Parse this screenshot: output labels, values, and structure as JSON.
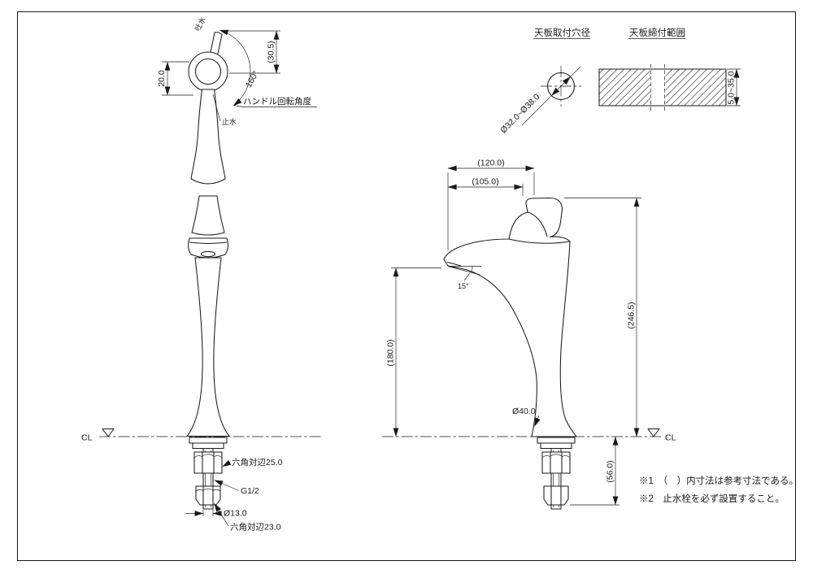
{
  "colors": {
    "line": "#1a1a1a",
    "background": "#ffffff"
  },
  "handle_detail": {
    "dim_height": "20.0",
    "dim_top_clearance": "(30.5)",
    "rotation_angle": "160°",
    "rotation_label": "ハンドル回転角度",
    "spout_label": "吐水",
    "stop_label": "止水"
  },
  "front_view": {
    "centerline_label": "CL",
    "hex_flats_upper": "六角対辺25.0",
    "thread_size": "G1/2",
    "shaft_diameter": "Ø13.0",
    "hex_flats_lower": "六角対辺23.0"
  },
  "hole_detail": {
    "title": "天板取付穴径",
    "hole_diameter_range": "Ø32.0~Ø38.0"
  },
  "clamp_detail": {
    "title": "天板締付範囲",
    "thickness_range": "5.0~35.0"
  },
  "side_view": {
    "reach_overall": "(120.0)",
    "reach_spout": "(105.0)",
    "height_overall": "(246.5)",
    "spout_height": "(180.0)",
    "spout_angle": "15°",
    "base_diameter": "Ø40.0",
    "below_deck_length": "(56.0)",
    "centerline_label": "CL"
  },
  "notes": {
    "note1": "※1　（　）内寸法は参考寸法である。",
    "note2": "※2　止水栓を必ず設置すること。"
  }
}
